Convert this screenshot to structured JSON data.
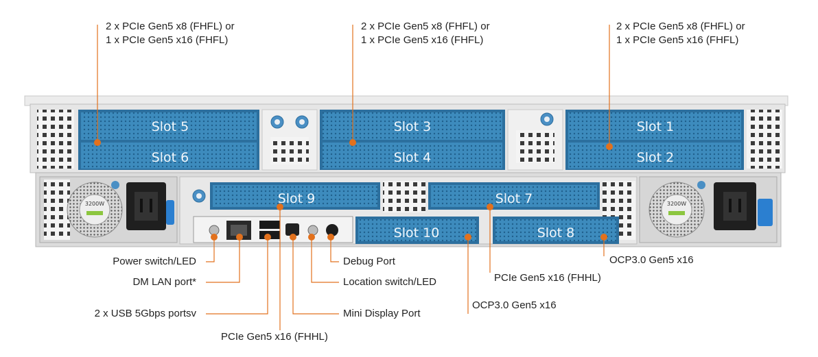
{
  "slots": [
    {
      "id": "slot-5",
      "label": "Slot 5"
    },
    {
      "id": "slot-6",
      "label": "Slot 6"
    },
    {
      "id": "slot-3",
      "label": "Slot 3"
    },
    {
      "id": "slot-4",
      "label": "Slot 4"
    },
    {
      "id": "slot-1",
      "label": "Slot 1"
    },
    {
      "id": "slot-2",
      "label": "Slot 2"
    },
    {
      "id": "slot-9",
      "label": "Slot 9"
    },
    {
      "id": "slot-7",
      "label": "Slot 7"
    },
    {
      "id": "slot-10",
      "label": "Slot 10"
    },
    {
      "id": "slot-8",
      "label": "Slot 8"
    }
  ],
  "psu": {
    "wattage": "3200W"
  },
  "callouts": {
    "riser_left": [
      "2 x PCIe Gen5 x8 (FHFL) or",
      "1 x PCIe Gen5 x16 (FHFL)"
    ],
    "riser_center": [
      "2 x PCIe Gen5 x8 (FHFL) or",
      "1 x PCIe Gen5 x16 (FHFL)"
    ],
    "riser_right": [
      "2 x PCIe Gen5 x8 (FHFL) or",
      "1 x PCIe Gen5 x16 (FHFL)"
    ],
    "power_switch": "Power switch/LED",
    "dm_lan": "DM LAN port*",
    "usb": "2 x USB 5Gbps portsv",
    "pcie_slot9": "PCIe Gen5 x16 (FHHL)",
    "mini_dp": "Mini Display Port",
    "location_switch": "Location switch/LED",
    "debug_port": "Debug Port",
    "ocp_slot10": "OCP3.0 Gen5 x16",
    "pcie_slot7": "PCIe Gen5 x16 (FHHL)",
    "ocp_slot8": "OCP3.0 Gen5 x16"
  },
  "colors": {
    "accent": "#e2711d",
    "slot_blue": "#3a86b8",
    "chassis": "#e4e4e4"
  }
}
